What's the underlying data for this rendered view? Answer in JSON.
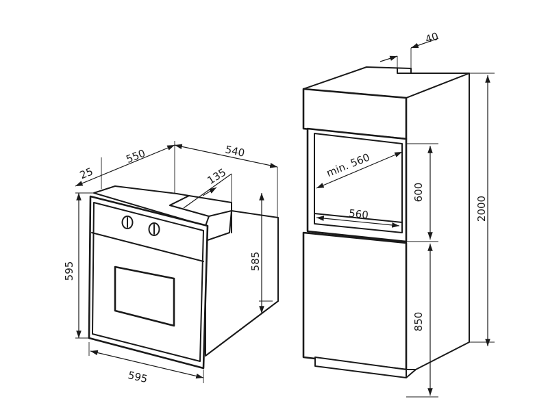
{
  "oven": {
    "depth_top": "550",
    "front_offset": "25",
    "panel_step": "135",
    "side_depth": "540",
    "height": "595",
    "body_height": "585",
    "width": "595"
  },
  "cabinet": {
    "back_gap": "40",
    "niche_width": "min. 560",
    "niche_depth": "560",
    "niche_height": "600",
    "base_height": "850",
    "total_height": "2000"
  }
}
